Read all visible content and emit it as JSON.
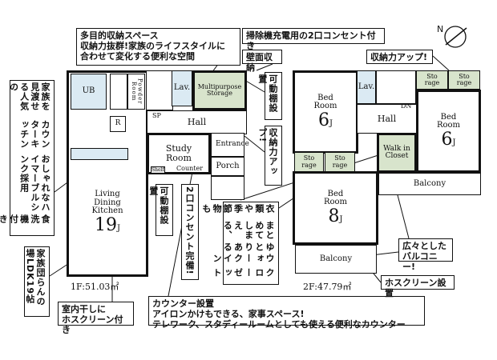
{
  "floor1": {
    "area_label": "1F:51.03㎡",
    "rooms": {
      "ub": "UB",
      "powder": "Powder Room",
      "lav": "Lav.",
      "storage": "Multipurpose Storage",
      "hall": "Hall",
      "sp": "SP",
      "study": "Study Room",
      "shelf": "Shelf",
      "counter": "Counter",
      "entrance": "Entrance",
      "porch": "Porch",
      "r": "R",
      "ldk": "Living Dining Kitchen",
      "ldk_size": "19",
      "ldk_unit": "J"
    }
  },
  "floor2": {
    "area_label": "2F:47.79㎡",
    "rooms": {
      "bed_left": "Bed Room",
      "bed_left_size": "6",
      "bed_right": "Bed Room",
      "bed_right_size": "6",
      "bed_bottom": "Bed Room",
      "bed_bottom_size": "8",
      "unit": "J",
      "lav": "Lav.",
      "hall": "Hall",
      "dn": "DN",
      "storage": "Sto rage",
      "wic": "Walk in Closet",
      "balcony": "Balcony"
    }
  },
  "callouts": {
    "multipurpose": "多目的収納スペース\n収納力抜群!家族のライフスタイルに\n合わせて変化する便利な空間",
    "vacuum_outlet": "掃除機充電用の2口コンセント付き",
    "wall_storage": "壁面収納",
    "storage_up_top": "収納力アップ!",
    "kitchen": "家族を見渡せる人気のカウンターキッチン おしゃれなハイマーブルシンク採用 食洗機付き",
    "kitchen_lines": [
      "家族を見渡せる人気の",
      "カウンターキッチン",
      "おしゃれなハイマーブルシンク採用",
      "食洗機付き"
    ],
    "movable_shelf_2f": "可動棚設置",
    "storage_up_side": "収納力アップ!",
    "movable_shelf_1f": "可動棚設置",
    "outlet_1f": "2口コンセント完備!",
    "wic_lines": [
      "衣類や季節物も",
      "まとめてしまえる、",
      "ゆとりある",
      "ウォークイン",
      "クローゼット"
    ],
    "ldk_family": "家族団らんの場LDK19帖",
    "indoor_drying": "室内干しに\nホスクリーン付き",
    "counter": "カウンター設置\nアイロンかけもできる、家事スペース!\nテレワーク、スタディールームとしても使える便利なカウンター",
    "spacious_balcony": "広々とした\nバルコニー!",
    "hoscreen": "ホスクリーン設置"
  },
  "icons": {
    "compass": "north-arrow-icon"
  },
  "colors": {
    "storage_green": "#d8e4cc",
    "water_blue": "#dbeaf3"
  }
}
